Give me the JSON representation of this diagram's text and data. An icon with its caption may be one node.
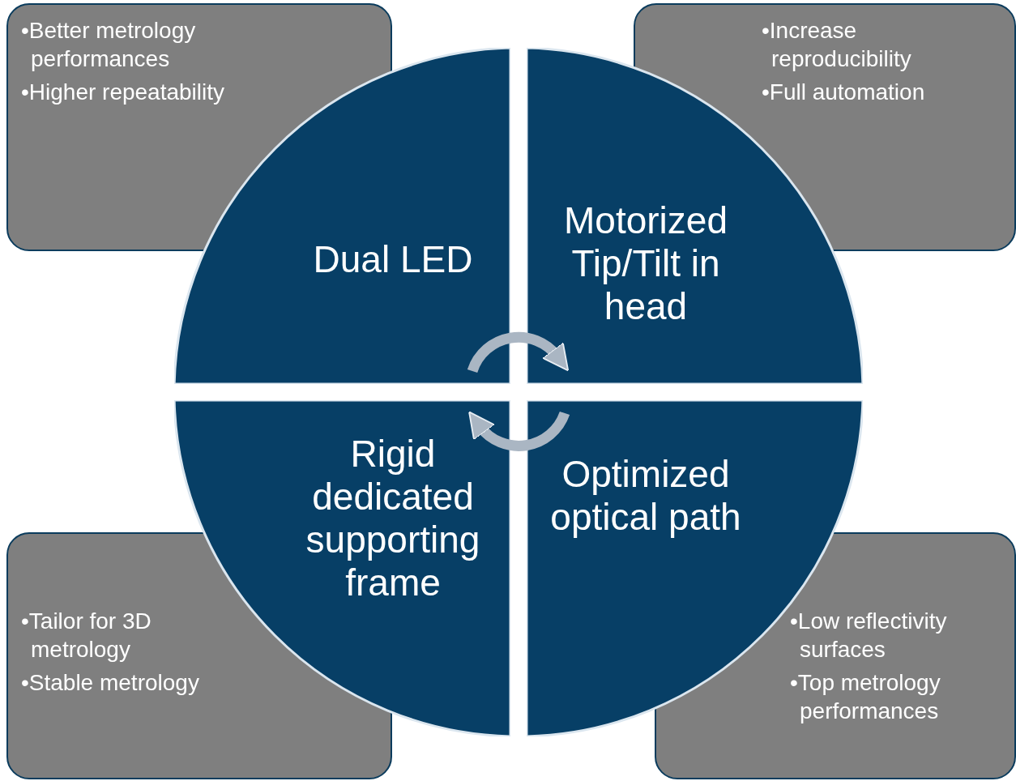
{
  "diagram": {
    "nodes": [
      {
        "text": [
          "•Better metrology performances",
          "•Higher repeatability"
        ]
      },
      {
        "text": [
          "•Increase reproducibility",
          "•Full automation"
        ]
      },
      {
        "text": [
          "Dual LED"
        ]
      },
      {
        "text": [
          "Motorized Tip/Tilt in head"
        ]
      },
      {
        "text": [
          "Rigid dedicated supporting frame"
        ]
      },
      {
        "text": [
          "Optimized optical path"
        ]
      },
      {
        "text": [
          "•Tailor for 3D metrology",
          "•Stable metrology"
        ]
      },
      {
        "text": [
          "•Low reflectivity surfaces",
          "•Top metrology performances"
        ]
      }
    ],
    "edges": [
      {
        "from": 2,
        "to": 3,
        "arrow": "to"
      },
      {
        "from": 5,
        "to": 4,
        "arrow": "to"
      }
    ]
  }
}
